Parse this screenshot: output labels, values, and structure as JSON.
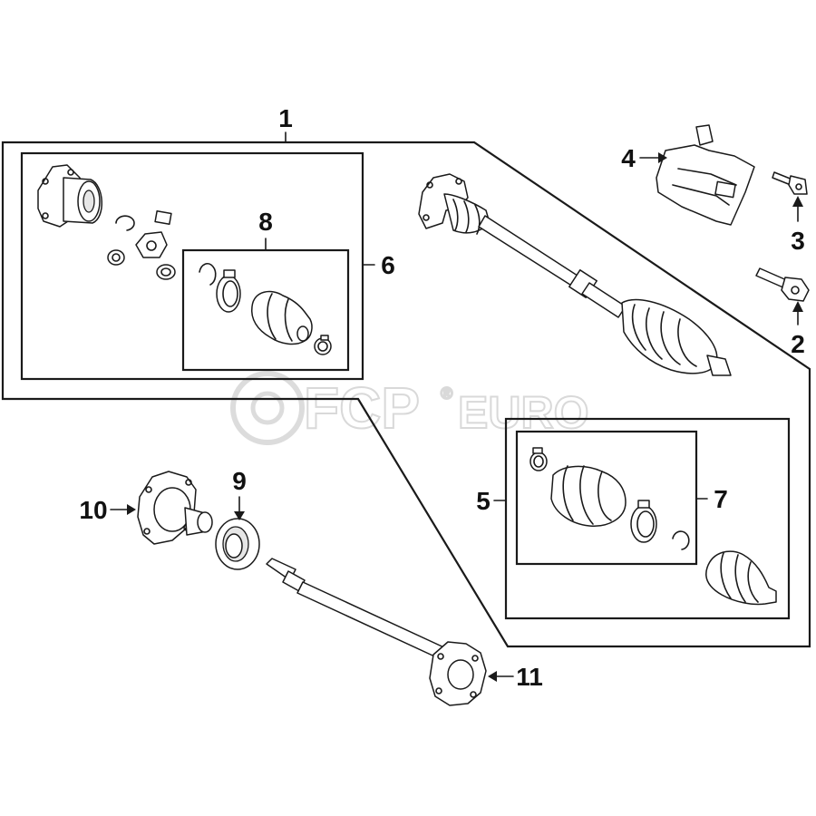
{
  "diagram": {
    "callouts": [
      {
        "id": "1",
        "label": "1"
      },
      {
        "id": "2",
        "label": "2"
      },
      {
        "id": "3",
        "label": "3"
      },
      {
        "id": "4",
        "label": "4"
      },
      {
        "id": "5",
        "label": "5"
      },
      {
        "id": "6",
        "label": "6"
      },
      {
        "id": "7",
        "label": "7"
      },
      {
        "id": "8",
        "label": "8"
      },
      {
        "id": "9",
        "label": "9"
      },
      {
        "id": "10",
        "label": "10"
      },
      {
        "id": "11",
        "label": "11"
      }
    ]
  },
  "watermark": {
    "brand": "FCP",
    "suffix": "EURO",
    "mark": "®"
  },
  "colors": {
    "ink": "#1a1a1a",
    "watermark": "#d9d9d9"
  }
}
